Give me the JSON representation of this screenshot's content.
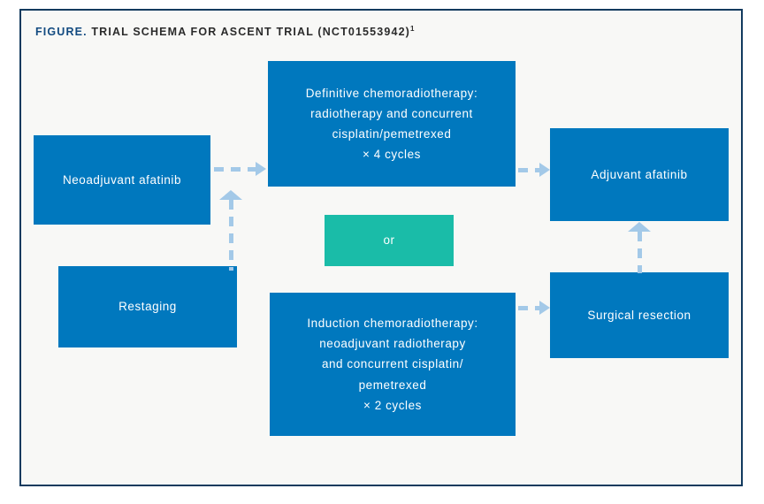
{
  "figure": {
    "label": "FIGURE.",
    "title": "TRIAL SCHEMA FOR ASCENT TRIAL (NCT01553942)",
    "footnote_marker": "1"
  },
  "colors": {
    "panel_border": "#123a5e",
    "panel_background": "#f8f8f6",
    "node_blue": "#0078be",
    "node_teal": "#1abca8",
    "connector": "#a3c9e8",
    "title_label": "#124a80",
    "title_text": "#2b2b2b"
  },
  "nodes": {
    "neoadjuvant_afatinib": "Neoadjuvant afatinib",
    "restaging": "Restaging",
    "definitive_chemoradiotherapy": "Definitive chemoradiotherapy:\nradiotherapy and concurrent\ncisplatin/pemetrexed\n× 4 cycles",
    "or_divider": "or",
    "induction_chemoradiotherapy": "Induction chemoradiotherapy:\nneoadjuvant radiotherapy\nand concurrent cisplatin/\npemetrexed\n× 2 cycles",
    "adjuvant_afatinib": "Adjuvant afatinib",
    "surgical_resection": "Surgical resection"
  },
  "connectors": [
    {
      "name": "neoadjuvant-to-definitive",
      "direction": "right"
    },
    {
      "name": "restaging-to-neoadjuvant",
      "direction": "up"
    },
    {
      "name": "definitive-to-adjuvant",
      "direction": "right"
    },
    {
      "name": "induction-to-surgical",
      "direction": "right"
    },
    {
      "name": "surgical-to-adjuvant",
      "direction": "up"
    }
  ]
}
